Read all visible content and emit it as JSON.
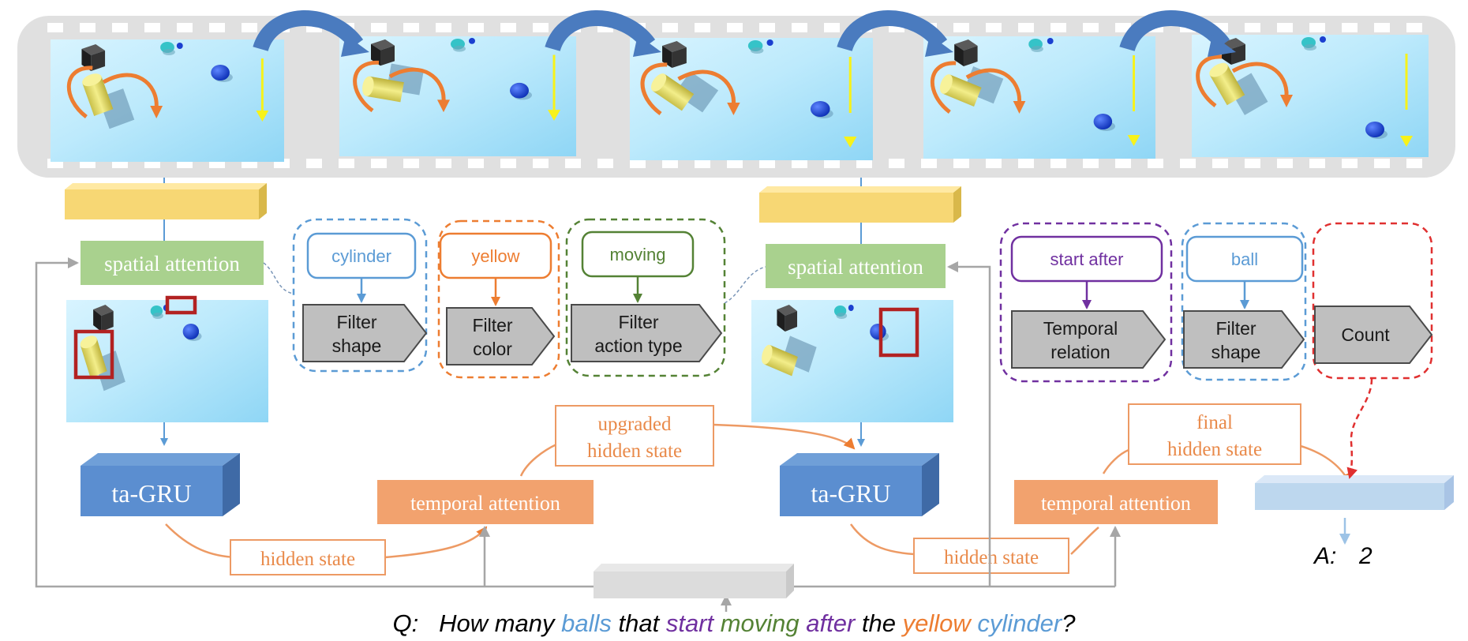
{
  "colors": {
    "film_bg": "#e0e0e0",
    "frame_bg": "#a8e2f8",
    "yellow_bar": "#f7d774",
    "spatial_attention_bg": "#a9d18e",
    "tagru": "#5b8ed0",
    "temporal_attention_bg": "#f2a26e",
    "orange_text": "#e98a4a",
    "blue_token": "#5b9bd5",
    "orange_token": "#ed7d31",
    "green_token": "#548235",
    "purple_token": "#7030a0",
    "red_dashed": "#e03030",
    "gray_module": "#bfbfbf",
    "arrow_gray": "#a6a6a6"
  },
  "film_frames": [
    {
      "id": "frame-1"
    },
    {
      "id": "frame-2"
    },
    {
      "id": "frame-3"
    },
    {
      "id": "frame-4"
    },
    {
      "id": "frame-5"
    }
  ],
  "spatial_attention": [
    "spatial attention",
    "spatial attention"
  ],
  "tagru": [
    "ta-GRU",
    "ta-GRU"
  ],
  "temporal_attention": [
    "temporal attention",
    "temporal attention"
  ],
  "hidden_state_labels": [
    "hidden state",
    "hidden state"
  ],
  "upgraded_hidden_state": [
    "upgraded",
    "hidden state"
  ],
  "final_hidden_state": [
    "final",
    "hidden state"
  ],
  "program": [
    {
      "token": "cylinder",
      "module": [
        "Filter",
        "shape"
      ],
      "token_color": "blue_token",
      "border": "blue_token"
    },
    {
      "token": "yellow",
      "module": [
        "Filter",
        "color"
      ],
      "token_color": "orange_token",
      "border": "orange_token"
    },
    {
      "token": "moving",
      "module": [
        "Filter",
        "action type"
      ],
      "token_color": "green_token",
      "border": "green_token"
    },
    {
      "token": "start after",
      "module": [
        "Temporal",
        "relation"
      ],
      "token_color": "purple_token",
      "border": "purple_token"
    },
    {
      "token": "ball",
      "module": [
        "Filter",
        "shape"
      ],
      "token_color": "blue_token",
      "border": "blue_token"
    },
    {
      "token": "",
      "module": [
        "Count"
      ],
      "token_color": "red_dashed",
      "border": "red_dashed"
    }
  ],
  "answer": {
    "prefix": "A:",
    "value": "2"
  },
  "question": {
    "prefix": "Q:",
    "parts": [
      {
        "text": "How many",
        "color": "#000000"
      },
      {
        "text": "balls",
        "color": "#5b9bd5"
      },
      {
        "text": "that",
        "color": "#000000"
      },
      {
        "text": "start",
        "color": "#7030a0"
      },
      {
        "text": "moving",
        "color": "#548235"
      },
      {
        "text": "after",
        "color": "#7030a0"
      },
      {
        "text": "the",
        "color": "#000000"
      },
      {
        "text": "yellow",
        "color": "#ed7d31"
      },
      {
        "text": "cylinder",
        "color": "#5b9bd5"
      },
      {
        "text": "?",
        "color": "#000000"
      }
    ]
  }
}
